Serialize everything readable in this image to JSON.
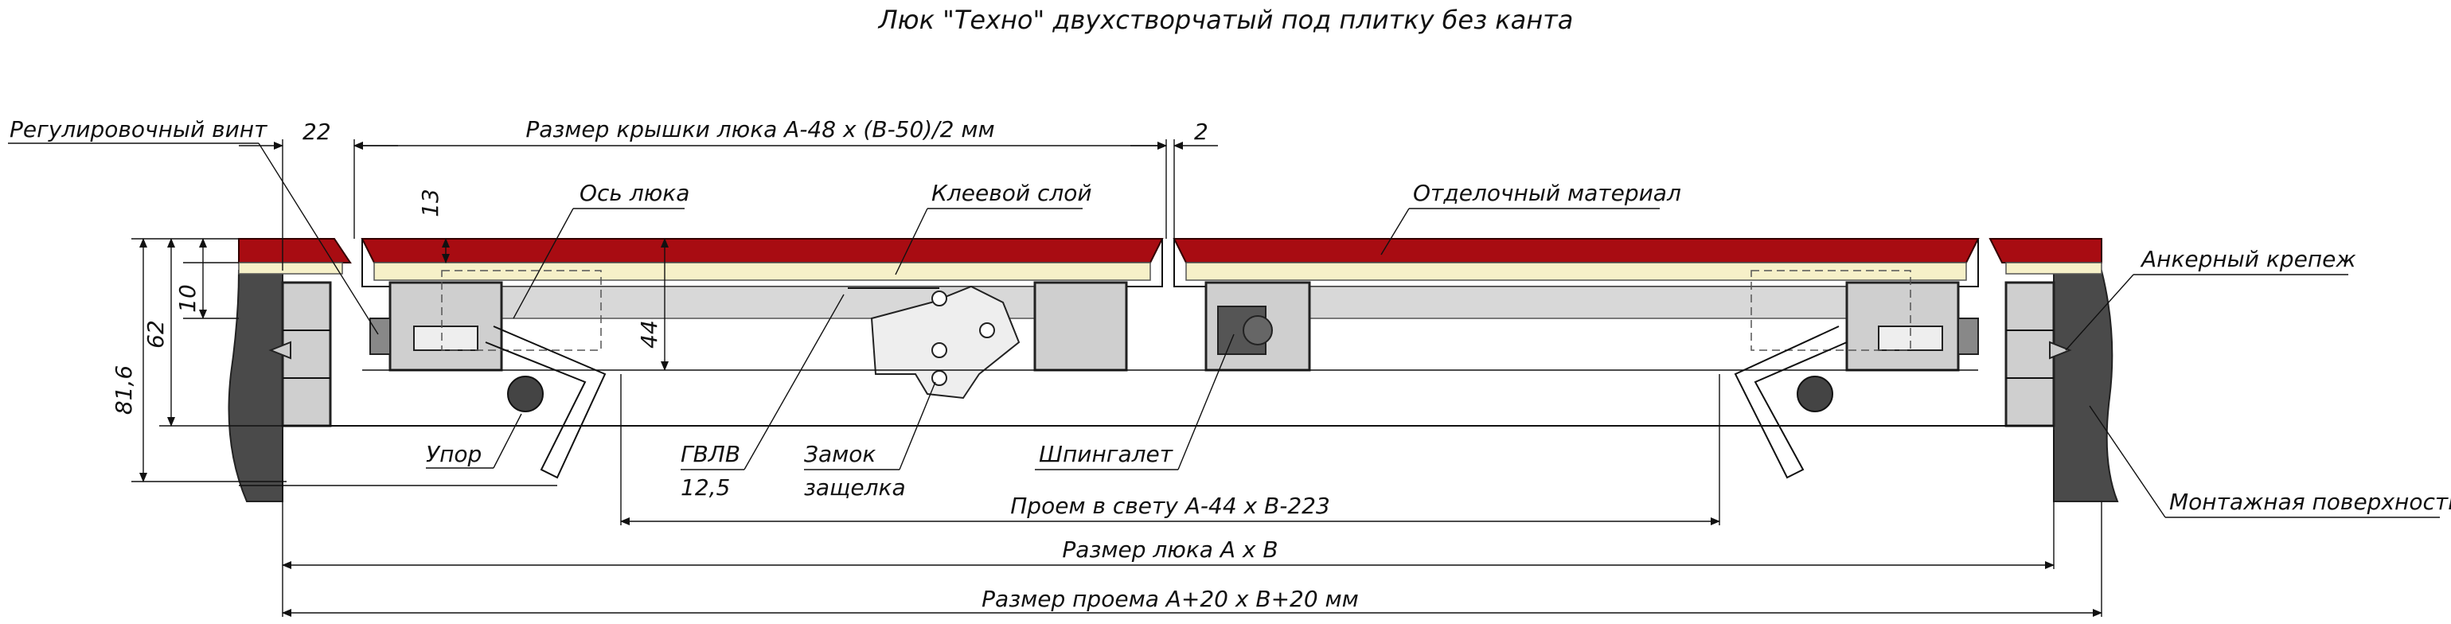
{
  "title": "Люк \"Техно\" двухстворчатый под плитку без канта",
  "labels": {
    "adjust_screw": "Регулировочный винт",
    "cover_size": "Размер крышки люка А-48 х (В-50)/2 мм",
    "hatch_axis": "Ось люка",
    "glue_layer": "Клеевой слой",
    "finish_material": "Отделочный материал",
    "anchor": "Анкерный крепеж",
    "stop": "Упор",
    "gvl": "ГВЛВ",
    "gvl_thickness": "12,5",
    "lock_line1": "Замок",
    "lock_line2": "защелка",
    "bolt": "Шпингалет",
    "mount_surface": "Монтажная поверхность",
    "clear_opening": "Проем в свету А-44 х В-223",
    "hatch_size": "Размер люка А х В",
    "opening_size": "Размер проема А+20 х В+20 мм"
  },
  "dimensions": {
    "d22": "22",
    "d2": "2",
    "d13": "13",
    "d44": "44",
    "d10": "10",
    "d62": "62",
    "d816": "81,6"
  },
  "colors": {
    "tile": "#a80c12",
    "glue": "#f6f0c8",
    "wall": "#4a4a4a",
    "profile": "#cfcfcf"
  }
}
